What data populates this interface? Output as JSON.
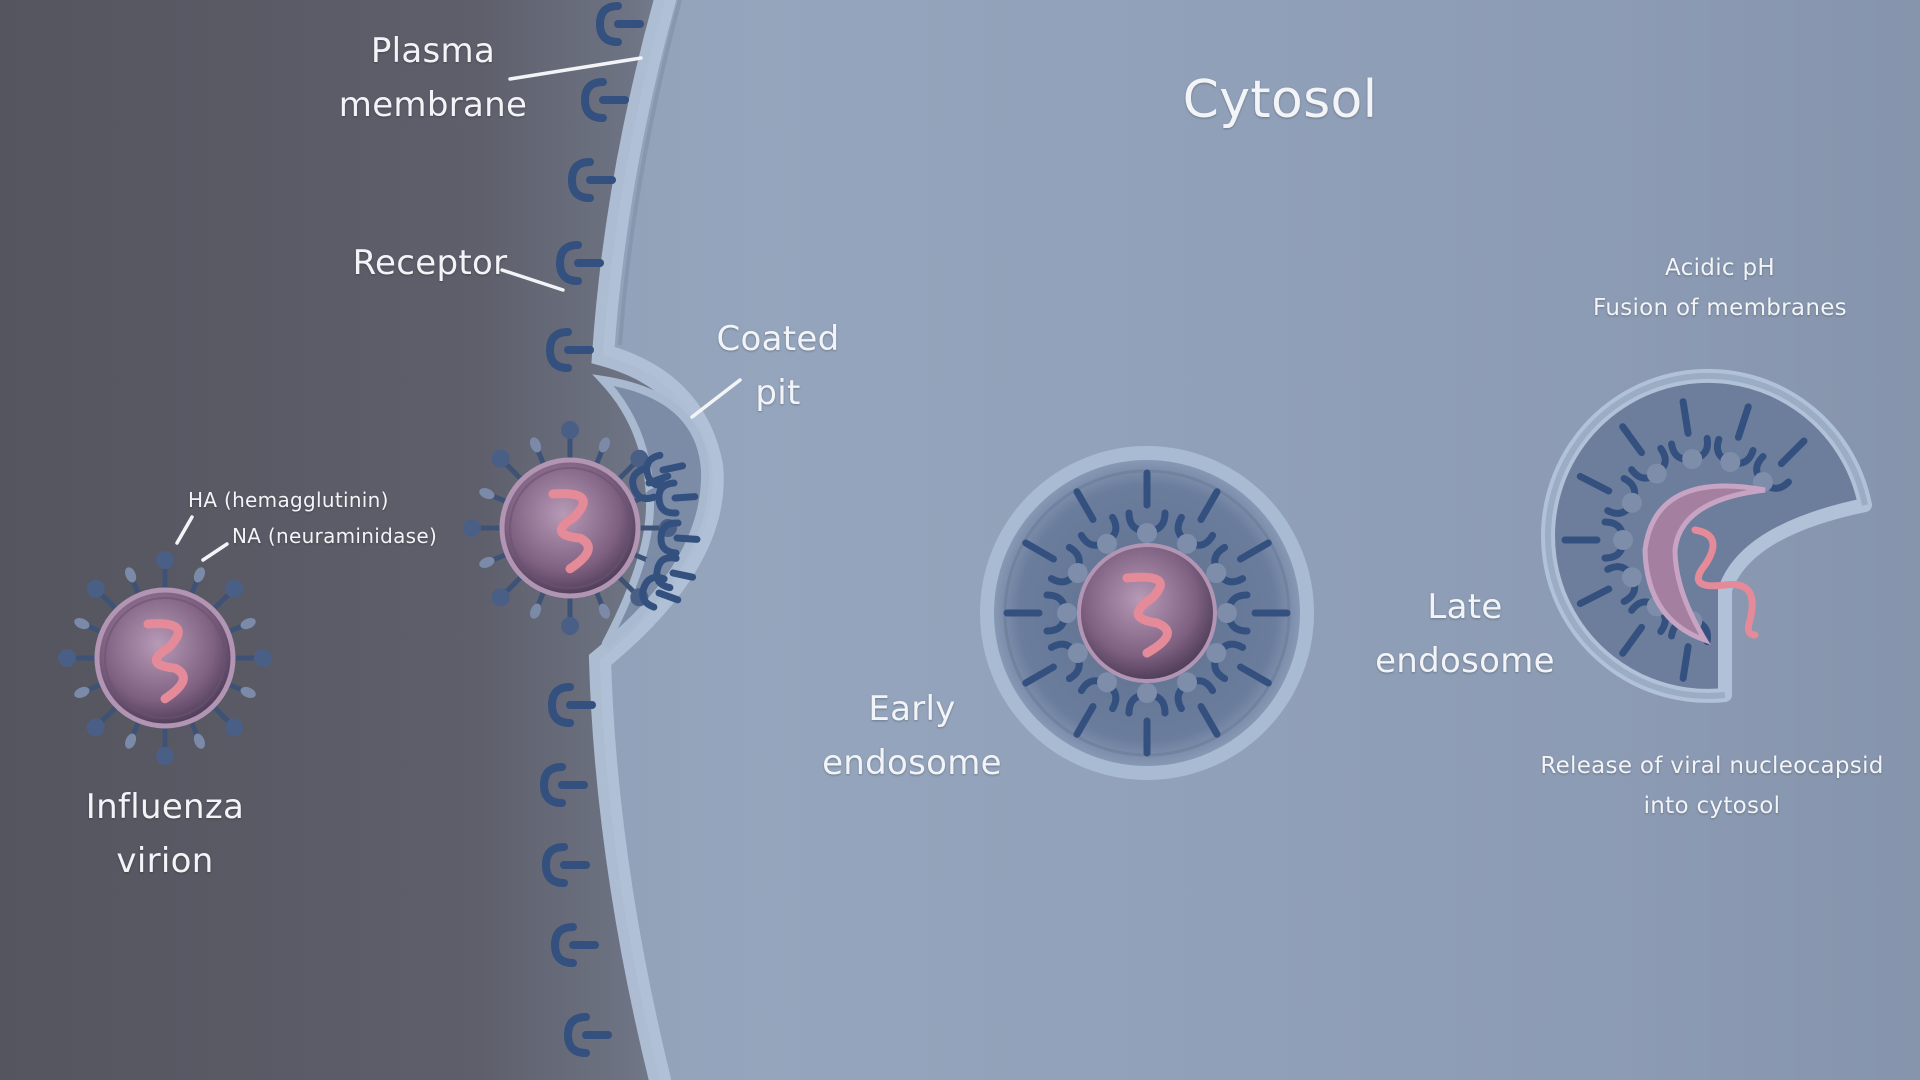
{
  "labels": {
    "plasma_membrane": [
      "Plasma",
      "membrane"
    ],
    "cytosol": "Cytosol",
    "receptor": "Receptor",
    "coated_pit": [
      "Coated",
      "pit"
    ],
    "ha": "HA (hemagglutinin)",
    "na": "NA (neuraminidase)",
    "influenza_virion": [
      "Influenza",
      "virion"
    ],
    "early_endosome": [
      "Early",
      "endosome"
    ],
    "late_endosome": [
      "Late",
      "endosome"
    ],
    "acidic_ph": [
      "Acidic pH",
      "Fusion of membranes"
    ],
    "release": [
      "Release of viral nucleocapsid",
      "into cytosol"
    ]
  },
  "colors": {
    "background_left": "#5a5a66",
    "cytosol": "#8c9bb3",
    "membrane": "#a9bbd3",
    "receptor": "#34507f",
    "virion_core": "#8a6e8d",
    "virion_spike": "#3e5275",
    "rna": "#e58a98"
  }
}
